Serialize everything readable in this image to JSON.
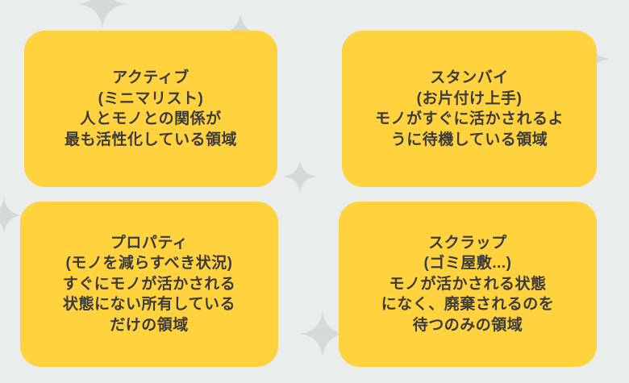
{
  "colors": {
    "bg": "#e9edec",
    "card": "#ffd23e",
    "text": "#3b3b3b",
    "sparkle": "#d3dad9"
  },
  "decorations": {
    "sparkle_icon": "four-point-sparkle"
  },
  "cards": [
    {
      "id": "active",
      "title": "アクティブ",
      "subtitle": "(ミニマリスト)",
      "body": [
        "人とモノとの関係が",
        "最も活性化している領域"
      ]
    },
    {
      "id": "standby",
      "title": "スタンバイ",
      "subtitle": "(お片付け上手)",
      "body": [
        "モノがすぐに活かされるよ",
        "うに待機している領域"
      ]
    },
    {
      "id": "property",
      "title": "プロパティ",
      "subtitle": "(モノを減らすべき状況)",
      "body": [
        "すぐにモノが活かされる",
        "状態にない所有している",
        "だけの領域"
      ]
    },
    {
      "id": "scrap",
      "title": "スクラップ",
      "subtitle": "(ゴミ屋敷...)",
      "body": [
        "モノが活かされる状態",
        "になく、廃棄されるのを",
        "待つのみの領域"
      ]
    }
  ]
}
